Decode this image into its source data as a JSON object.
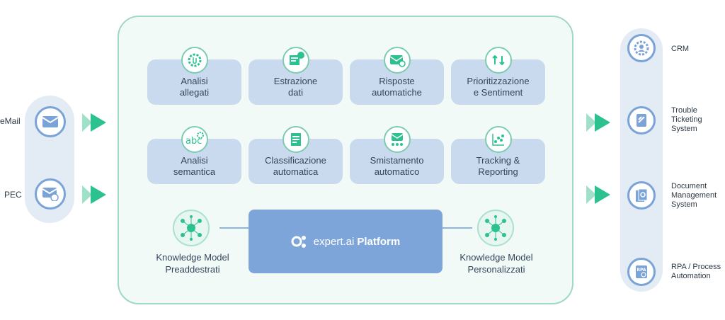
{
  "inputs": [
    {
      "label": "eMail",
      "icon": "envelope-icon"
    },
    {
      "label": "PEC",
      "icon": "pec-envelope-icon"
    }
  ],
  "modules_row1": [
    {
      "label": "Analisi\nallegati",
      "icon": "paperclip-gear-icon"
    },
    {
      "label": "Estrazione\ndati",
      "icon": "data-extraction-icon"
    },
    {
      "label": "Risposte\nautomatiche",
      "icon": "reply-envelope-icon"
    },
    {
      "label": "Prioritizzazione\ne Sentiment",
      "icon": "priority-arrows-icon"
    }
  ],
  "modules_row2": [
    {
      "label": "Analisi\nsemantica",
      "icon": "abc-gear-icon"
    },
    {
      "label": "Classificazione\nautomatica",
      "icon": "document-classification-icon"
    },
    {
      "label": "Smistamento\nautomatico",
      "icon": "mail-routing-icon"
    },
    {
      "label": "Tracking &\nReporting",
      "icon": "scatter-chart-icon"
    }
  ],
  "knowledge_models": [
    {
      "label": "Knowledge Model\nPreaddestrati",
      "icon": "network-globe-icon"
    },
    {
      "label": "Knowledge Model\nPersonalizzati",
      "icon": "network-globe-icon"
    }
  ],
  "platform": {
    "brand_light": "expert.ai",
    "brand_bold": "Platform",
    "icon": "expertai-logo-icon"
  },
  "outputs": [
    {
      "label": "CRM",
      "icon": "crm-gear-user-icon"
    },
    {
      "label": "Trouble\nTicketing\nSystem",
      "icon": "ticket-icon"
    },
    {
      "label": "Document\nManagement\nSystem",
      "icon": "documents-gear-icon"
    },
    {
      "label": "RPA / Process\nAutomation",
      "icon": "rpa-icon"
    }
  ],
  "colors": {
    "accent_green": "#2cc28f",
    "accent_blue": "#7aa3d8",
    "card_blue": "#c9d9ee",
    "platform_blue": "#7ea5d9"
  }
}
